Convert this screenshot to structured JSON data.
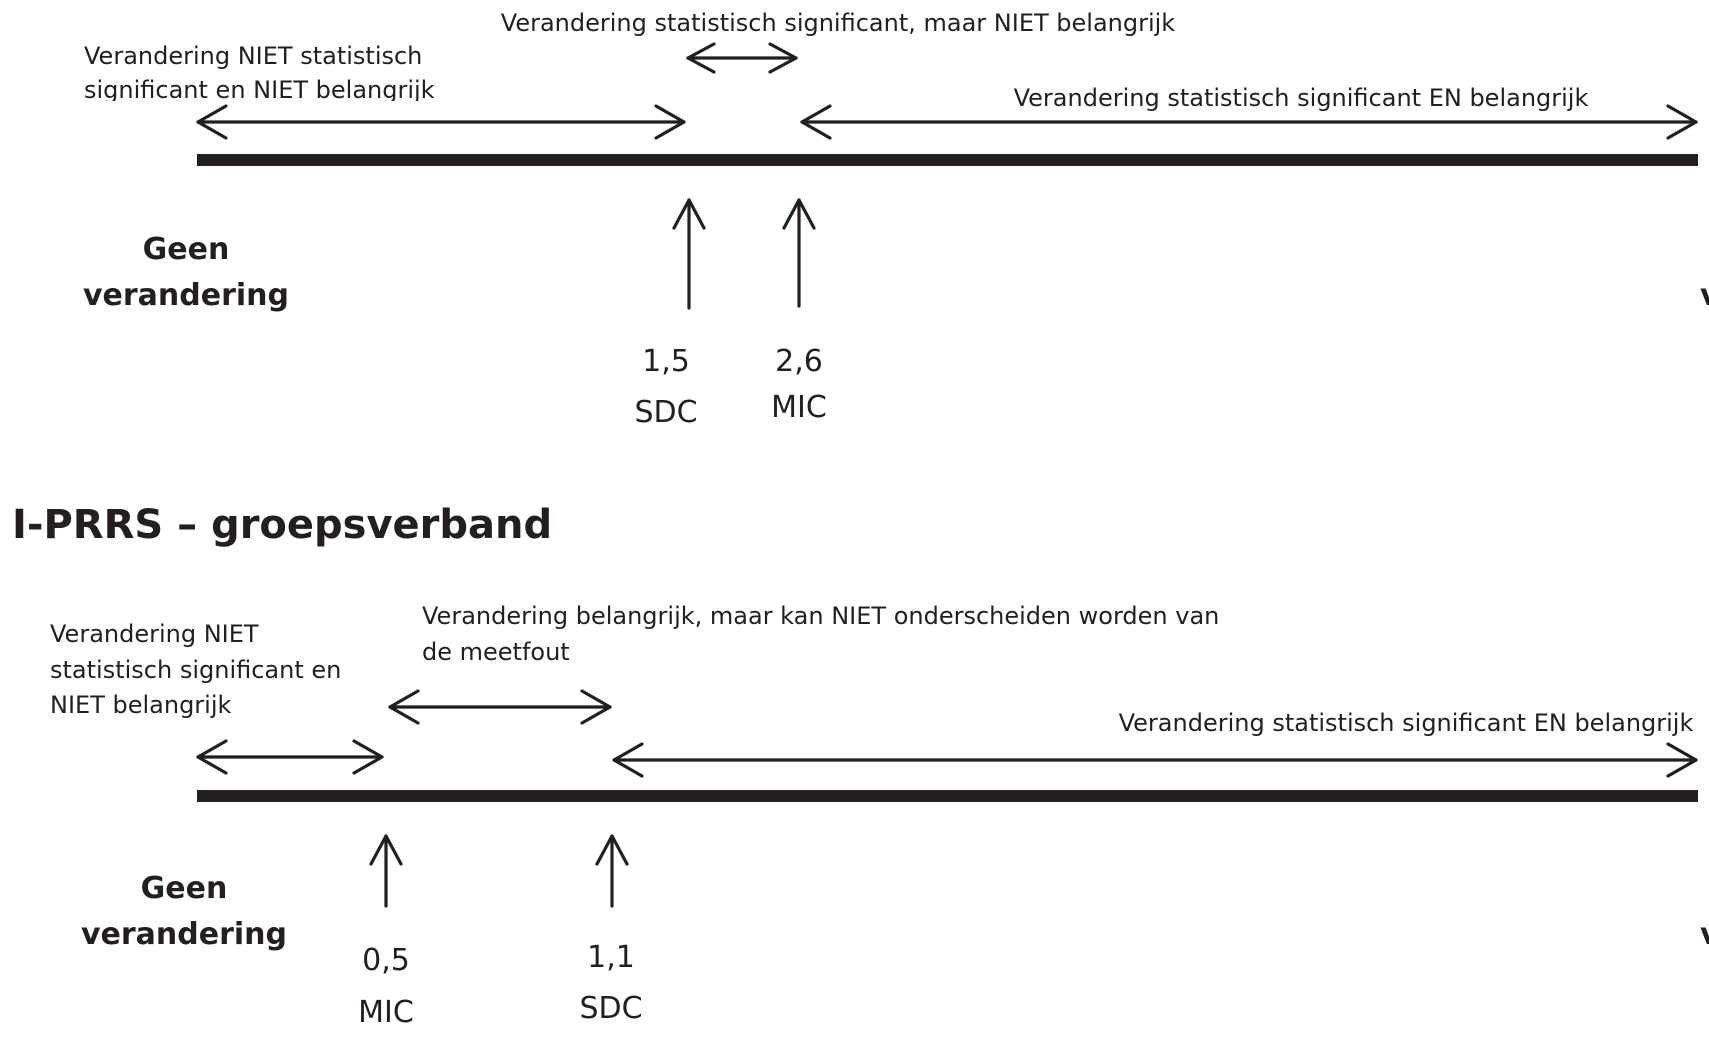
{
  "panel_top": {
    "ranges": {
      "small_line1": "Verandering NIET statistisch",
      "small_line2": "significant en NIET belangrijk",
      "middle": "Verandering statistisch significant, maar NIET belangrijk",
      "large": "Verandering statistisch significant EN belangrijk"
    },
    "no_change": {
      "line1": "Geen",
      "line2": "verandering"
    },
    "markers": [
      {
        "value": "1,5",
        "name": "SDC"
      },
      {
        "value": "2,6",
        "name": "MIC"
      }
    ],
    "right_edge_glyph": "v"
  },
  "section_title": "I-PRRS – groepsverband",
  "panel_bottom": {
    "ranges": {
      "small_line1": "Verandering NIET",
      "small_line2": "statistisch significant en",
      "small_line3": "NIET belangrijk",
      "middle_line1": "Verandering belangrijk, maar kan NIET onderscheiden worden van",
      "middle_line2": "de meetfout",
      "large": "Verandering statistisch significant EN belangrijk"
    },
    "no_change": {
      "line1": "Geen",
      "line2": "verandering"
    },
    "markers": [
      {
        "value": "0,5",
        "name": "MIC"
      },
      {
        "value": "1,1",
        "name": "SDC"
      }
    ],
    "right_edge_glyph": "v"
  }
}
